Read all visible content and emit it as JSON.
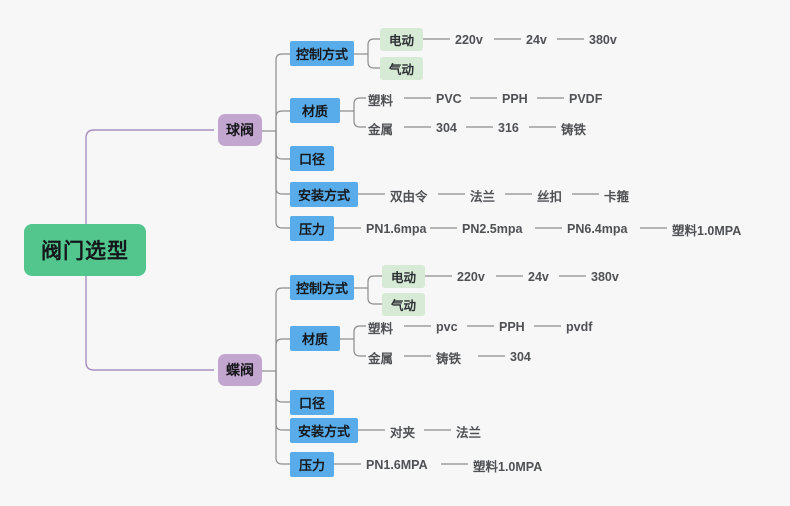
{
  "document": {
    "type": "mindmap",
    "title": "阀门选型",
    "background_color": "#f7f7f7",
    "colors": {
      "root": "#52c68d",
      "branch": "#c3a6cf",
      "topic": "#58ace9",
      "leafbox": "#d6ead5",
      "text": "#4f5154",
      "wire_root": "#a98fc0",
      "wire_sub": "#8c8c8c"
    }
  },
  "root": {
    "label": "阀门选型"
  },
  "branches": [
    {
      "label": "球阀",
      "topics": [
        {
          "label": "控制方式",
          "boxes": [
            {
              "label": "电动",
              "leaves": [
                "220v",
                "24v",
                "380v"
              ]
            },
            {
              "label": "气动",
              "leaves": []
            }
          ]
        },
        {
          "label": "材质",
          "groups": [
            {
              "label": "塑料",
              "leaves": [
                "PVC",
                "PPH",
                "PVDF"
              ]
            },
            {
              "label": "金属",
              "leaves": [
                "304",
                "316",
                "铸铁"
              ]
            }
          ]
        },
        {
          "label": "口径",
          "leaves": []
        },
        {
          "label": "安装方式",
          "leaves": [
            "双由令",
            "法兰",
            "丝扣",
            "卡箍"
          ]
        },
        {
          "label": "压力",
          "leaves": [
            "PN1.6mpa",
            "PN2.5mpa",
            "PN6.4mpa",
            "塑料1.0MPA"
          ]
        }
      ]
    },
    {
      "label": "蝶阀",
      "topics": [
        {
          "label": "控制方式",
          "boxes": [
            {
              "label": "电动",
              "leaves": [
                "220v",
                "24v",
                "380v"
              ]
            },
            {
              "label": "气动",
              "leaves": []
            }
          ]
        },
        {
          "label": "材质",
          "groups": [
            {
              "label": "塑料",
              "leaves": [
                "pvc",
                "PPH",
                "pvdf"
              ]
            },
            {
              "label": "金属",
              "leaves": [
                "铸铁",
                "304"
              ]
            }
          ]
        },
        {
          "label": "口径",
          "leaves": []
        },
        {
          "label": "安装方式",
          "leaves": [
            "对夹",
            "法兰"
          ]
        },
        {
          "label": "压力",
          "leaves": [
            "PN1.6MPA",
            "塑料1.0MPA"
          ]
        }
      ]
    }
  ]
}
